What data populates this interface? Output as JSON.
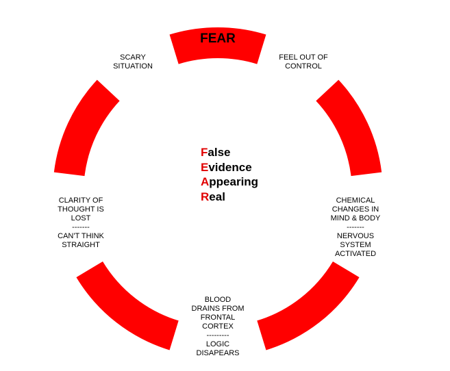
{
  "title": "FEAR",
  "acronym": [
    {
      "letter": "F",
      "rest": "alse"
    },
    {
      "letter": "E",
      "rest": "vidence"
    },
    {
      "letter": "A",
      "rest": "ppearing"
    },
    {
      "letter": "R",
      "rest": "eal"
    }
  ],
  "labels": {
    "scary": [
      "SCARY",
      "SITUATION"
    ],
    "control": [
      "FEEL OUT OF",
      "CONTROL"
    ],
    "chemical": [
      "CHEMICAL",
      "CHANGES IN",
      "MIND & BODY",
      "-------",
      "NERVOUS",
      "SYSTEM",
      "ACTIVATED"
    ],
    "blood": [
      "BLOOD",
      "DRAINS FROM",
      "FRONTAL",
      "CORTEX",
      "---------",
      "LOGIC",
      "DISAPEARS"
    ],
    "clarity": [
      "CLARITY OF",
      "THOUGHT IS",
      "LOST",
      "-------",
      "CAN'T THINK",
      "STRAIGHT"
    ]
  },
  "colors": {
    "segment": "#ff0000",
    "accent_letter": "#e00000"
  }
}
